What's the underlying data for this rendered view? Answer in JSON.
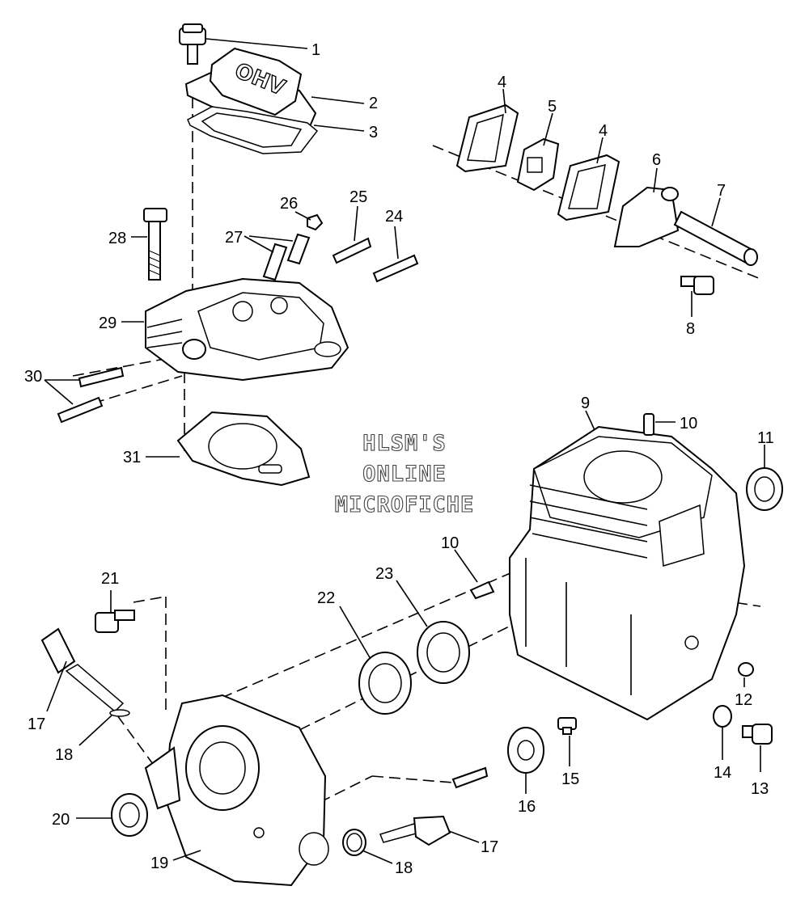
{
  "watermark": {
    "lines": [
      "HLSM'S",
      "ONLINE",
      "MICROFICHE"
    ]
  },
  "valve_cover_marking": "OHV",
  "callouts": [
    {
      "label": "1"
    },
    {
      "label": "2"
    },
    {
      "label": "3"
    },
    {
      "label": "4"
    },
    {
      "label": "5"
    },
    {
      "label": "4"
    },
    {
      "label": "6"
    },
    {
      "label": "7"
    },
    {
      "label": "8"
    },
    {
      "label": "9"
    },
    {
      "label": "10"
    },
    {
      "label": "11"
    },
    {
      "label": "10"
    },
    {
      "label": "12"
    },
    {
      "label": "13"
    },
    {
      "label": "14"
    },
    {
      "label": "15"
    },
    {
      "label": "16"
    },
    {
      "label": "17"
    },
    {
      "label": "18"
    },
    {
      "label": "17"
    },
    {
      "label": "18"
    },
    {
      "label": "19"
    },
    {
      "label": "20"
    },
    {
      "label": "21"
    },
    {
      "label": "22"
    },
    {
      "label": "23"
    },
    {
      "label": "24"
    },
    {
      "label": "25"
    },
    {
      "label": "26"
    },
    {
      "label": "27"
    },
    {
      "label": "28"
    },
    {
      "label": "29"
    },
    {
      "label": "30"
    },
    {
      "label": "31"
    }
  ]
}
